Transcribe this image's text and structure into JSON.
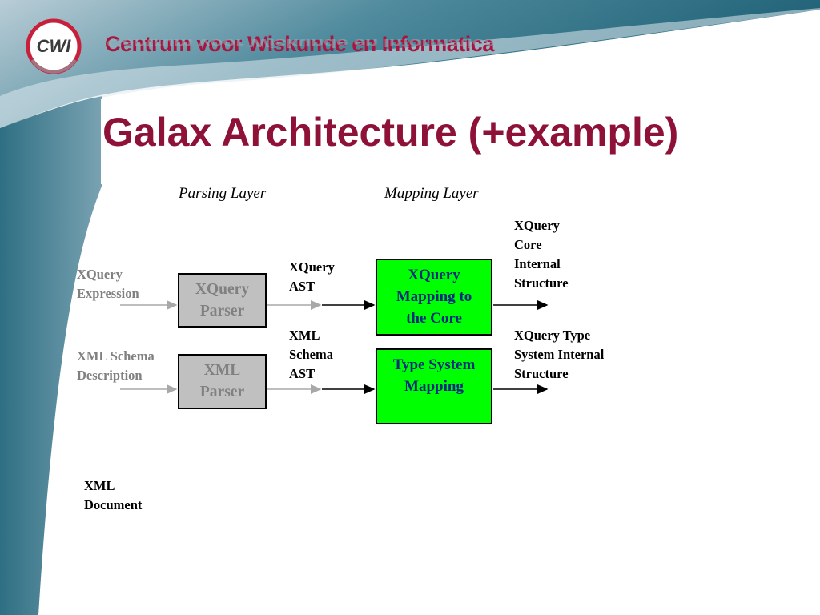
{
  "header": {
    "logo_text": "CWI",
    "org_name": "Centrum voor Wiskunde en Informatica"
  },
  "slide": {
    "title": "Galax Architecture (+example)"
  },
  "layers": {
    "parsing": "Parsing Layer",
    "mapping": "Mapping Layer"
  },
  "inputs": {
    "xquery_expression": [
      "XQuery",
      "Expression"
    ],
    "xml_schema_description": [
      "XML Schema",
      "Description"
    ],
    "xml_document": [
      "XML",
      "Document"
    ]
  },
  "boxes": {
    "xquery_parser": [
      "XQuery",
      "Parser"
    ],
    "xml_parser": [
      "XML",
      "Parser"
    ],
    "xquery_mapping": [
      "XQuery",
      "Mapping to",
      "the Core"
    ],
    "type_system_mapping": [
      "Type System",
      "Mapping"
    ]
  },
  "intermediate": {
    "xquery_ast": [
      "XQuery",
      "AST"
    ],
    "xml_schema_ast": [
      "XML",
      "Schema",
      "AST"
    ]
  },
  "outputs": {
    "core_internal": [
      "XQuery",
      "Core",
      "Internal",
      "Structure"
    ],
    "type_internal": [
      "XQuery Type",
      "System Internal",
      "Structure"
    ]
  },
  "colors": {
    "title": "#8e1238",
    "logo_red": "#a8153f",
    "teal": "#2e6b80",
    "green_box": "#00ff00",
    "gray_box": "#c0c0c0",
    "gray_text": "#808080"
  }
}
